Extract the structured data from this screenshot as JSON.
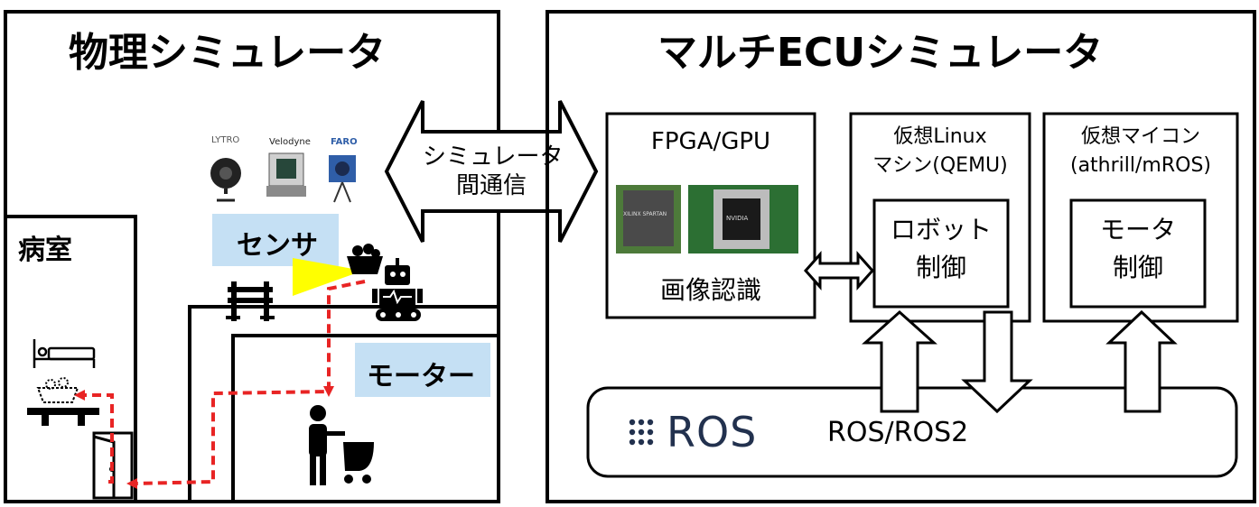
{
  "physical": {
    "title": "物理シミュレータ",
    "sensor_label": "センサ",
    "motor_label": "モーター",
    "room_label": "病室",
    "sensor_brands": [
      "LYTRO",
      "Velodyne",
      "FARO"
    ]
  },
  "comm": {
    "line1": "シミュレータ",
    "line2": "間通信"
  },
  "multi_ecu": {
    "title": "マルチECUシミュレータ",
    "fpga": {
      "title": "FPGA/GPU",
      "caption": "画像認識",
      "chip1_text": "XILINX SPARTAN",
      "chip2_text": "NVIDIA"
    },
    "linux": {
      "line1": "仮想Linux",
      "line2": "マシン(QEMU)",
      "inner_line1": "ロボット",
      "inner_line2": "制御"
    },
    "mcu": {
      "line1": "仮想マイコン",
      "line2": "(athrill/mROS)",
      "inner_line1": "モータ",
      "inner_line2": "制御"
    },
    "ros": {
      "logo": "ROS",
      "label": "ROS/ROS2"
    }
  },
  "colors": {
    "sensor_bg": "#c5e0f4",
    "motor_bg": "#c5e0f4",
    "beam": "#ffff00",
    "path": "#e82424",
    "ros_logo": "#22314e"
  }
}
